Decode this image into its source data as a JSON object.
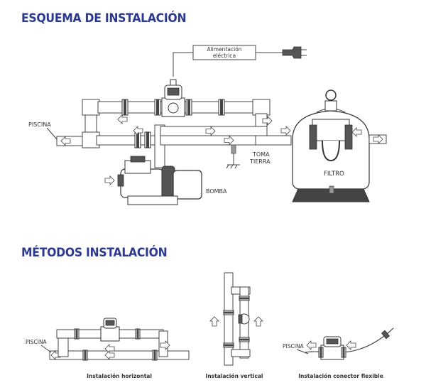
{
  "headings": {
    "installation_scheme": "ESQUEMA DE INSTALACIÓN",
    "installation_methods": "MÉTODOS INSTALACIÓN"
  },
  "scheme": {
    "power_supply_line1": "Alimentación",
    "power_supply_line2": "eléctrica",
    "pool": "PISCINA",
    "ground_line1": "TOMA",
    "ground_line2": "TIERRA",
    "filter": "FILTRO",
    "pump": "BOMBA"
  },
  "methods": {
    "pool": "PISCINA",
    "pool_flexible": "PISCINA",
    "horizontal": "Instalación horizontal",
    "vertical": "Instalación vertical",
    "flexible": "Instalación conector flexible"
  },
  "colors": {
    "heading": "#2b3990",
    "line": "#444444"
  }
}
